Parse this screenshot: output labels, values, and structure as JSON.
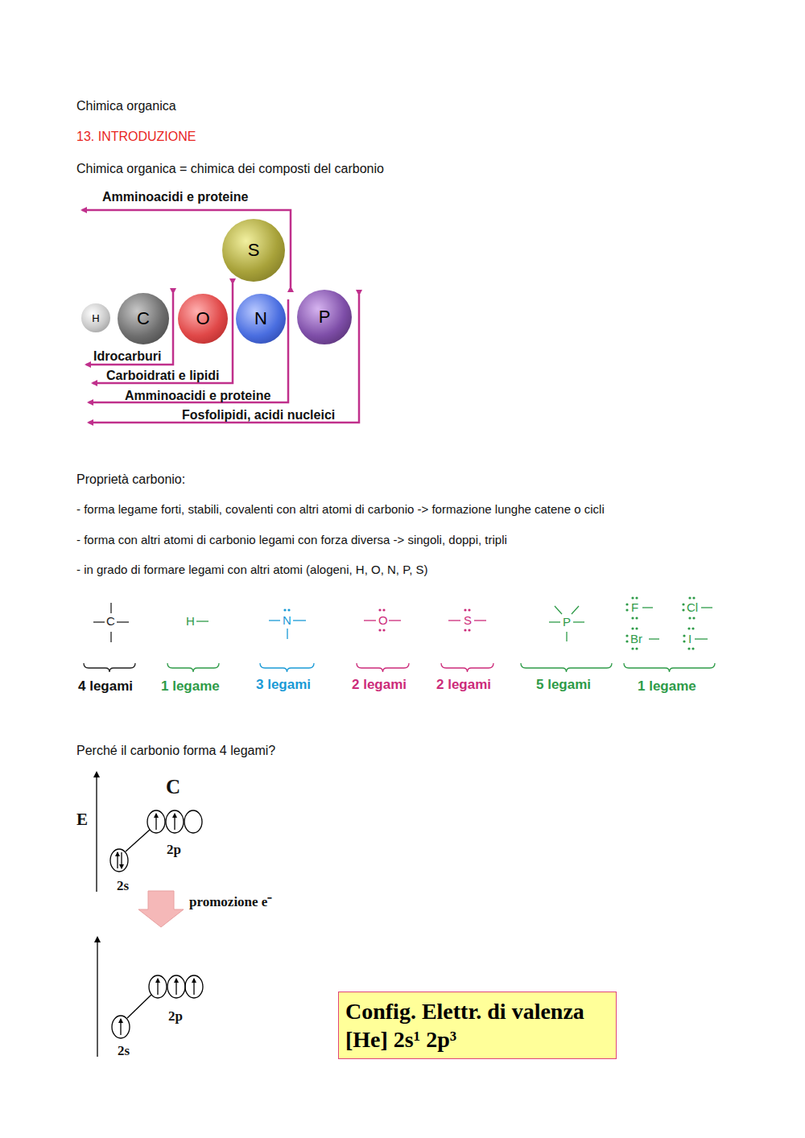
{
  "diagram": {
    "title": "13. INTRODUZIONE",
    "nodes": [
      {
        "text": [
          "S"
        ]
      },
      {
        "text": [
          "H"
        ]
      },
      {
        "text": [
          "C"
        ]
      },
      {
        "text": [
          "O"
        ]
      },
      {
        "text": [
          "N"
        ]
      },
      {
        "text": [
          "P"
        ]
      },
      {
        "text": [
          "Config. Elettr. di valenza [He] 2s¹ 2p³"
        ]
      }
    ],
    "labels": [
      "Chimica organica",
      "Chimica organica = chimica dei composti del carbonio",
      "Amminoacidi e proteine",
      "Idrocarburi",
      "Carboidrati e lipidi",
      "Amminoacidi e proteine",
      "Fosfolipidi, acidi nucleici",
      "Proprietà carbonio:",
      "- forma legame forti, stabili, covalenti con altri atomi di carbonio -> formazione lunghe catene o cicli",
      "- forma con altri atomi di carbonio legami con forza diversa -> singoli, doppi, tripli",
      "- in grado di formare legami con altri atomi (alogeni, H, O, N, P, S)",
      "C",
      "H",
      "N",
      "O",
      "S",
      "P",
      "F",
      "Cl",
      "Br",
      "I",
      "4 legami",
      "1 legame",
      "3 legami",
      "2 legami",
      "2 legami",
      "5 legami",
      "1 legame",
      "Perché il carbonio forma 4 legami?",
      "C",
      "E",
      "2p",
      "2s",
      "promozione e⁻",
      "2p",
      "2s"
    ]
  }
}
